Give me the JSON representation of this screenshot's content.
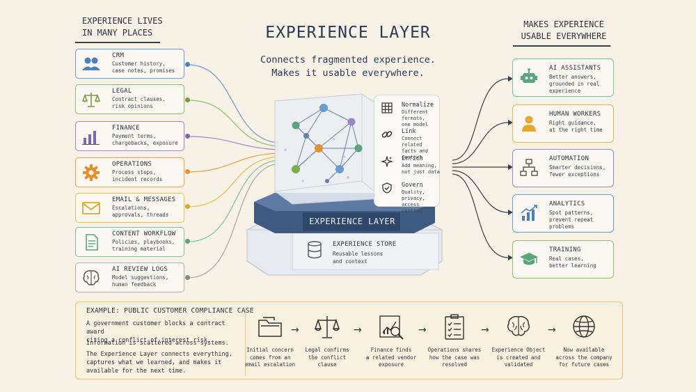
{
  "title": "EXPERIENCE LAYER",
  "subtitle_line1": "Connects fragmented experience.",
  "subtitle_line2": "Makes it usable everywhere.",
  "left_header": {
    "line1": "EXPERIENCE LIVES",
    "line2": "IN MANY PLACES"
  },
  "right_header": {
    "line1": "MAKES EXPERIENCE",
    "line2": "USABLE EVERYWHERE"
  },
  "sources": [
    {
      "title": "CRM",
      "desc1": "Customer history,",
      "desc2": "case notes, promises",
      "color": "#6b9bd1",
      "icon": "users-icon"
    },
    {
      "title": "LEGAL",
      "desc1": "Contract clauses,",
      "desc2": "risk opinions",
      "color": "#8fbf6a",
      "icon": "scales-icon"
    },
    {
      "title": "FINANCE",
      "desc1": "Payment terms,",
      "desc2": "chargebacks, exposure",
      "color": "#9b86c9",
      "icon": "bar-chart-icon"
    },
    {
      "title": "OPERATIONS",
      "desc1": "Process steps,",
      "desc2": "incident records",
      "color": "#f0a048",
      "icon": "gear-icon"
    },
    {
      "title": "EMAIL & MESSAGES",
      "desc1": "Escalations,",
      "desc2": "approvals, threads",
      "color": "#e8c04e",
      "icon": "envelope-icon"
    },
    {
      "title": "CONTENT WORKFLOW",
      "desc1": "Policies, playbooks,",
      "desc2": "training material",
      "color": "#7cc3a0",
      "icon": "document-icon"
    },
    {
      "title": "AI REVIEW LOGS",
      "desc1": "Model suggestions,",
      "desc2": "human feedback",
      "color": "#a8a8a8",
      "icon": "brain-icon"
    }
  ],
  "outputs": [
    {
      "title": "AI ASSISTANTS",
      "desc1": "Better answers,",
      "desc2": "grounded in real",
      "desc3": "experience",
      "color": "#7cc3a0",
      "icon": "robot-icon"
    },
    {
      "title": "HUMAN WORKERS",
      "desc1": "Right guidance,",
      "desc2": "at the right time",
      "desc3": "",
      "color": "#e8b84e",
      "icon": "person-icon"
    },
    {
      "title": "AUTOMATION",
      "desc1": "Smarter decisions,",
      "desc2": "fewer exceptions",
      "desc3": "",
      "color": "#9b86c9",
      "icon": "flowchart-icon"
    },
    {
      "title": "ANALYTICS",
      "desc1": "Spot patterns,",
      "desc2": "prevent repeat",
      "desc3": "problems",
      "color": "#6b9bd1",
      "icon": "chart-up-icon"
    },
    {
      "title": "TRAINING",
      "desc1": "Real cases,",
      "desc2": "better learning",
      "desc3": "",
      "color": "#8fbf6a",
      "icon": "graduation-cap-icon"
    }
  ],
  "layer_functions": [
    {
      "title": "Normalize",
      "desc1": "Different formats,",
      "desc2": "one model",
      "icon": "grid-icon"
    },
    {
      "title": "Link",
      "desc1": "Connect related",
      "desc2": "facts and context",
      "icon": "link-icon"
    },
    {
      "title": "Enrich",
      "desc1": "Add meaning,",
      "desc2": "not just data",
      "icon": "sparkle-icon"
    },
    {
      "title": "Govern",
      "desc1": "Quality, privacy,",
      "desc2": "access control",
      "icon": "shield-icon"
    }
  ],
  "layer_label": "EXPERIENCE LAYER",
  "store": {
    "title": "EXPERIENCE STORE",
    "desc1": "Reusable lessons",
    "desc2": "and context"
  },
  "example": {
    "title": "EXAMPLE: PUBLIC CUSTOMER COMPLIANCE CASE",
    "p1_line1": "A government customer blocks a contract award",
    "p1_line2": "citing a conflict-of-interest risk.",
    "p2_line1": "Information is scattered across systems.",
    "p3_line1": "The Experience Layer connects everything,",
    "p3_line2": "captures what we learned, and makes it",
    "p3_line3": "available for the next time.",
    "steps": [
      {
        "l1": "Initial concern",
        "l2": "comes from an",
        "l3": "email escalation",
        "icon": "folder-icon"
      },
      {
        "l1": "Legal confirms",
        "l2": "the conflict",
        "l3": "clause",
        "icon": "scales-icon"
      },
      {
        "l1": "Finance finds",
        "l2": "a related vendor",
        "l3": "exposure",
        "icon": "magnifier-chart-icon"
      },
      {
        "l1": "Operations shares",
        "l2": "how the case was",
        "l3": "resolved",
        "icon": "checklist-icon"
      },
      {
        "l1": "Experience Object",
        "l2": "is created and",
        "l3": "validated",
        "icon": "brain-icon"
      },
      {
        "l1": "Now available",
        "l2": "across the company",
        "l3": "for future cases",
        "icon": "globe-icon"
      }
    ]
  }
}
